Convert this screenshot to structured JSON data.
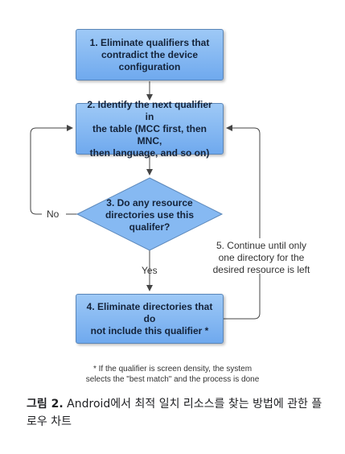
{
  "diagram": {
    "step1": {
      "line1": "1. Eliminate qualifiers that",
      "line2": "contradict the device",
      "line3": "configuration"
    },
    "step2": {
      "line1": "2. Identify the next qualifier in",
      "line2": "the table (MCC first, then MNC,",
      "line3": "then language, and so on)"
    },
    "step3": {
      "line1": "3. Do any resource",
      "line2": "directories use this",
      "line3": "qualifer?"
    },
    "step4": {
      "line1": "4. Eliminate directories that do",
      "line2": "not include this qualifier *"
    },
    "no_label": "No",
    "yes_label": "Yes",
    "loop_note": {
      "line1": "5. Continue until only",
      "line2": "one directory for the",
      "line3": "desired resource is left"
    },
    "footnote": {
      "line1": "* If the qualifier is screen density, the system",
      "line2": "selects the \"best match\" and the process is done"
    },
    "colors": {
      "box_top": "#9ec9f6",
      "box_bottom": "#6fa9ee",
      "border": "#5a86b8",
      "arrow": "#444444"
    }
  },
  "caption": {
    "label": "그림 2.",
    "text": " Android에서 최적 일치 리소스를 찾는 방법에 관한 플로우 차트"
  }
}
